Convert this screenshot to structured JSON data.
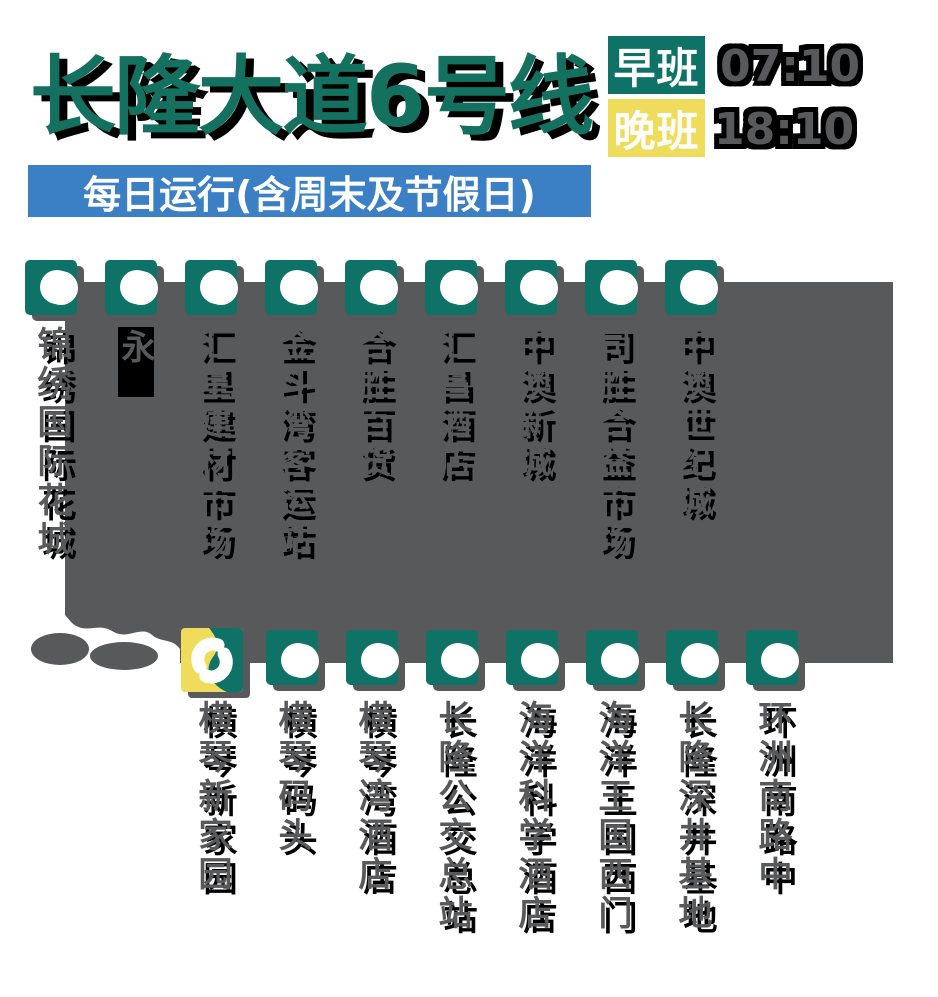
{
  "header": {
    "title": "长隆大道6号线",
    "schedule": {
      "first": {
        "label": "早班",
        "time": "07:10"
      },
      "last": {
        "label": "晚班",
        "time": "18:10"
      }
    },
    "notice": "每日运行(含周末及节假日)"
  },
  "colors": {
    "title_teal": "#14715F",
    "marker_teal": "#0E7266",
    "badge_yellow": "#F0DC5C",
    "banner_blue": "#3B80C4",
    "shadow_gray": "#58595B",
    "text_shadow_black": "#000000"
  },
  "route": {
    "top_stations": [
      {
        "name": "锦绣国际花城"
      },
      {
        "name": "永",
        "masked": true
      },
      {
        "name": "汇星建材市场"
      },
      {
        "name": "金斗湾客运站"
      },
      {
        "name": "合胜百货"
      },
      {
        "name": "汇昌酒店"
      },
      {
        "name": "中澳新城"
      },
      {
        "name": "司胜合益市场"
      },
      {
        "name": "中澳世纪城"
      }
    ],
    "bottom_stations": [
      {
        "name": "横琴新家园",
        "loop": true
      },
      {
        "name": "横琴码头"
      },
      {
        "name": "横琴湾酒店"
      },
      {
        "name": "长隆公交总站"
      },
      {
        "name": "海洋科学酒店"
      },
      {
        "name": "海洋王国西门"
      },
      {
        "name": "长隆深井基地"
      },
      {
        "name": "环洲南路中"
      }
    ]
  }
}
